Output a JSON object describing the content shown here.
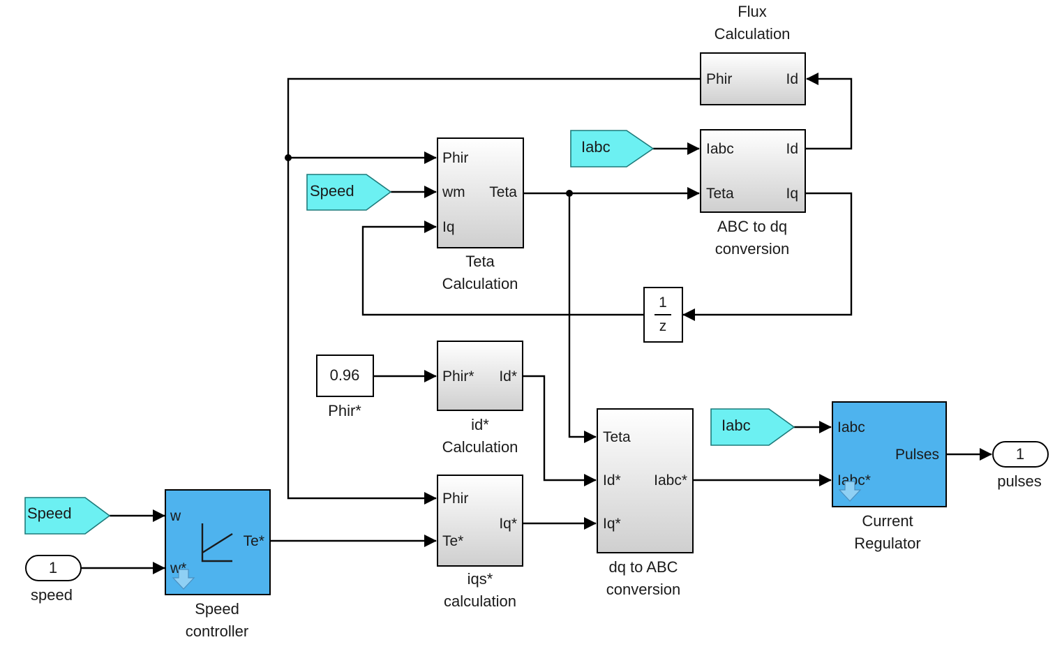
{
  "blocks": {
    "flux": {
      "title_1": "Flux",
      "title_2": "Calculation",
      "in_1": "Id",
      "out_1": "Phir"
    },
    "teta": {
      "title_1": "Teta",
      "title_2": "Calculation",
      "in_1": "Phir",
      "in_2": "wm",
      "in_3": "Iq",
      "out_1": "Teta"
    },
    "abc_dq": {
      "title_1": "ABC to dq",
      "title_2": "conversion",
      "in_1": "Iabc",
      "in_2": "Teta",
      "out_1": "Id",
      "out_2": "Iq"
    },
    "delay": {
      "num": "1",
      "den": "z"
    },
    "phir_const": {
      "value": "0.96",
      "label": "Phir*"
    },
    "id_calc": {
      "title_1": "id*",
      "title_2": "Calculation",
      "in_1": "Phir*",
      "out_1": "Id*"
    },
    "iqs_calc": {
      "title_1": "iqs*",
      "title_2": "calculation",
      "in_1": "Phir",
      "in_2": "Te*",
      "out_1": "Iq*"
    },
    "dq_abc": {
      "title_1": "dq to ABC",
      "title_2": "conversion",
      "in_1": "Teta",
      "in_2": "Id*",
      "in_3": "Iq*",
      "out_1": "Iabc*"
    },
    "speed_ctrl": {
      "title_1": "Speed",
      "title_2": "controller",
      "in_1": "w",
      "in_2": "w*",
      "out_1": "Te*"
    },
    "current_reg": {
      "title_1": "Current",
      "title_2": "Regulator",
      "in_1": "Iabc",
      "in_2": "Iabc*",
      "out_1": "Pulses"
    }
  },
  "gotos": {
    "iabc_top": "Iabc",
    "speed_mid": "Speed",
    "iabc_bottom": "Iabc",
    "speed_bottom": "Speed"
  },
  "ports": {
    "speed_in": {
      "number": "1",
      "label": "speed"
    },
    "pulses_out": {
      "number": "1",
      "label": "pulses"
    }
  },
  "colors": {
    "subsystem_gray_top": "#ffffff",
    "subsystem_gray_bottom": "#cfcfcf",
    "masked_blue": "#4eb3ee",
    "goto_cyan": "#6cf0f2",
    "wire": "#000000"
  }
}
